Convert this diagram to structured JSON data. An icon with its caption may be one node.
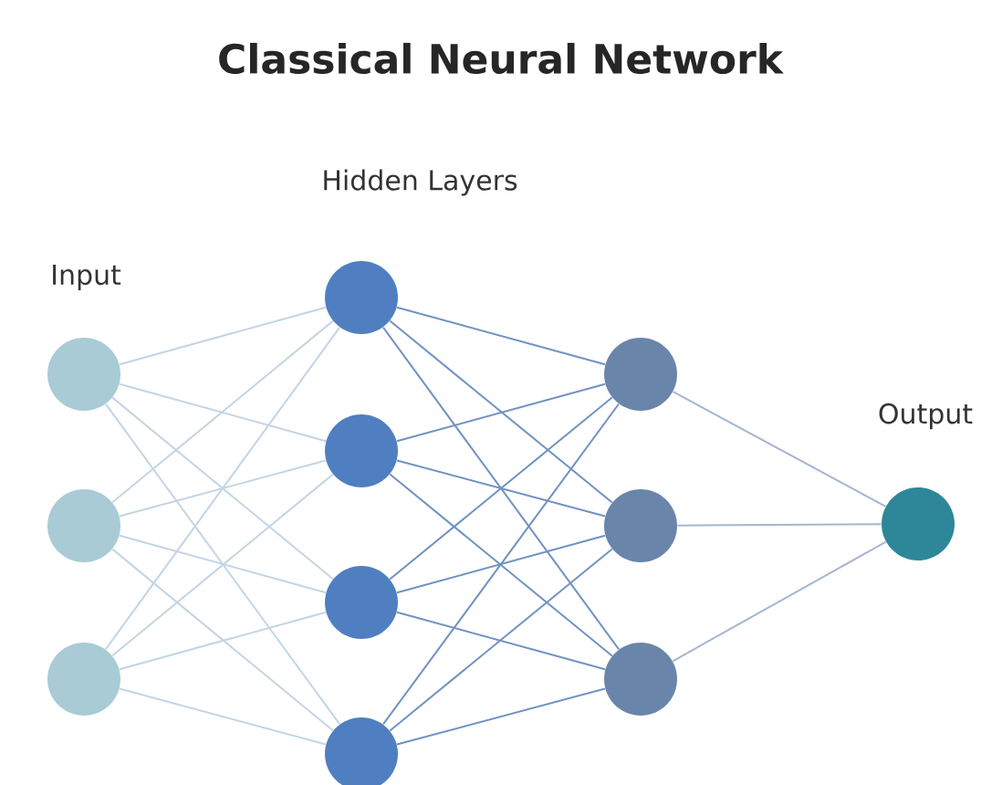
{
  "diagram": {
    "title": "Classical Neural Network",
    "nodes": [
      {
        "text": [],
        "shape": "circle"
      },
      {
        "text": [],
        "shape": "circle"
      },
      {
        "text": [],
        "shape": "circle"
      },
      {
        "text": [],
        "shape": "circle"
      },
      {
        "text": [],
        "shape": "circle"
      },
      {
        "text": [],
        "shape": "circle"
      },
      {
        "text": [],
        "shape": "circle"
      },
      {
        "text": [],
        "shape": "circle"
      },
      {
        "text": [],
        "shape": "circle"
      },
      {
        "text": [],
        "shape": "circle"
      },
      {
        "text": [],
        "shape": "circle"
      }
    ],
    "edges": [
      {
        "from": 0,
        "to": 3,
        "arrow": "none"
      },
      {
        "from": 0,
        "to": 4,
        "arrow": "none"
      },
      {
        "from": 0,
        "to": 5,
        "arrow": "none"
      },
      {
        "from": 0,
        "to": 6,
        "arrow": "none"
      },
      {
        "from": 1,
        "to": 3,
        "arrow": "none"
      },
      {
        "from": 1,
        "to": 4,
        "arrow": "none"
      },
      {
        "from": 1,
        "to": 5,
        "arrow": "none"
      },
      {
        "from": 1,
        "to": 6,
        "arrow": "none"
      },
      {
        "from": 2,
        "to": 3,
        "arrow": "none"
      },
      {
        "from": 2,
        "to": 4,
        "arrow": "none"
      },
      {
        "from": 2,
        "to": 5,
        "arrow": "none"
      },
      {
        "from": 2,
        "to": 6,
        "arrow": "none"
      },
      {
        "from": 3,
        "to": 7,
        "arrow": "none",
        "color": "#7192c2"
      },
      {
        "from": 3,
        "to": 8,
        "arrow": "none",
        "color": "#7192c2"
      },
      {
        "from": 3,
        "to": 9,
        "arrow": "none",
        "color": "#7192c2"
      },
      {
        "from": 4,
        "to": 7,
        "arrow": "none",
        "color": "#7192c2"
      },
      {
        "from": 4,
        "to": 8,
        "arrow": "none",
        "color": "#7192c2"
      },
      {
        "from": 4,
        "to": 9,
        "arrow": "none",
        "color": "#7192c2"
      },
      {
        "from": 5,
        "to": 7,
        "arrow": "none",
        "color": "#7192c2"
      },
      {
        "from": 5,
        "to": 8,
        "arrow": "none",
        "color": "#7192c2"
      },
      {
        "from": 5,
        "to": 9,
        "arrow": "none",
        "color": "#7192c2"
      },
      {
        "from": 6,
        "to": 7,
        "arrow": "none",
        "color": "#7192c2"
      },
      {
        "from": 6,
        "to": 8,
        "arrow": "none",
        "color": "#7192c2"
      },
      {
        "from": 6,
        "to": 9,
        "arrow": "none",
        "color": "#7192c2"
      },
      {
        "from": 7,
        "to": 10,
        "arrow": "none",
        "color": "#a3b6cf"
      },
      {
        "from": 8,
        "to": 10,
        "arrow": "none",
        "color": "#a3b6cf"
      },
      {
        "from": 9,
        "to": 10,
        "arrow": "none",
        "color": "#a3b6cf"
      }
    ],
    "labels": [
      "Hidden Layers",
      "Input",
      "Output"
    ]
  }
}
